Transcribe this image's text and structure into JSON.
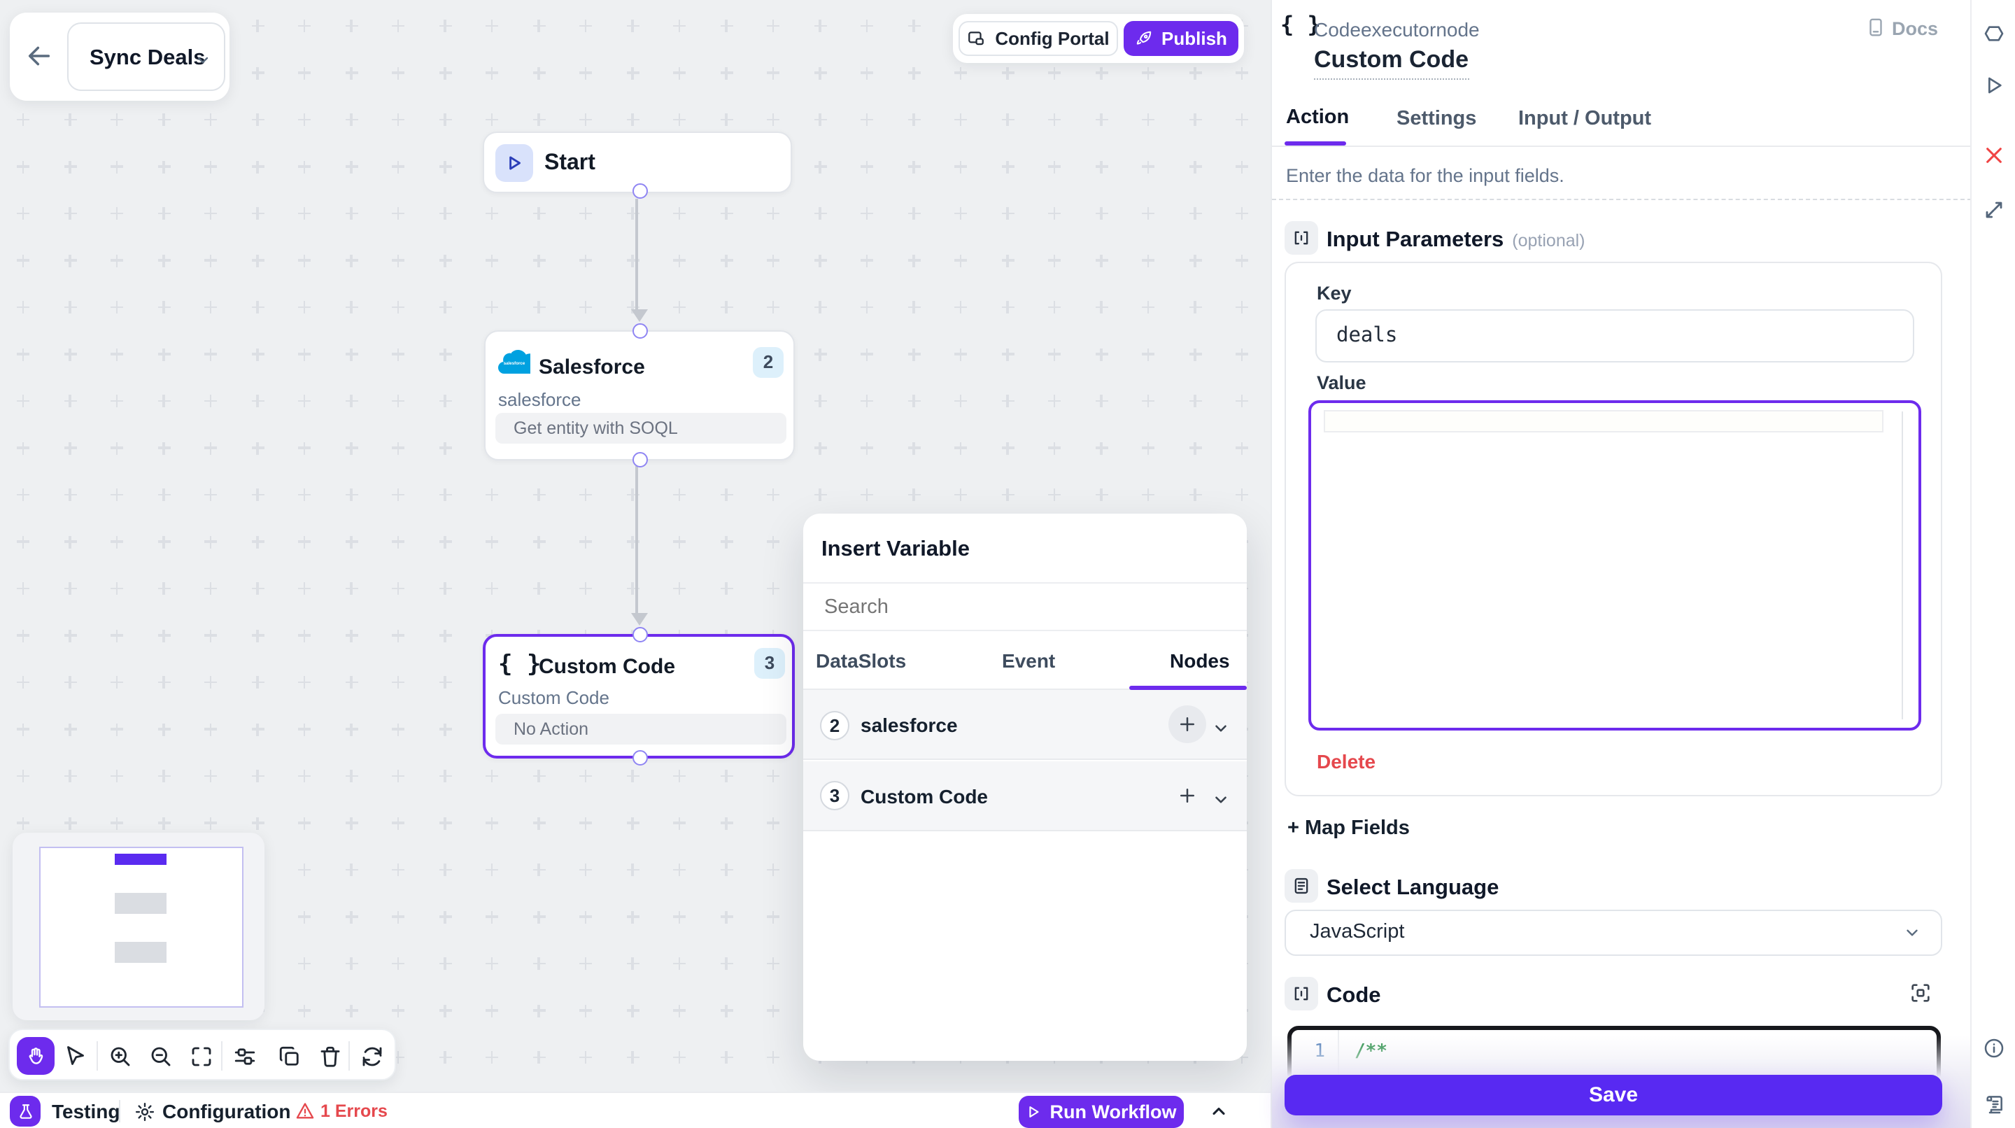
{
  "topbar": {
    "workflow_name": "Sync Deals",
    "config_portal": "Config Portal",
    "publish": "Publish"
  },
  "canvas": {
    "nodes": [
      {
        "title": "Start"
      },
      {
        "title": "Salesforce",
        "badge": "2",
        "subtitle": "salesforce",
        "action": "Get entity with SOQL"
      },
      {
        "title": "Custom Code",
        "badge": "3",
        "subtitle": "Custom Code",
        "action": "No Action",
        "icon": "{ }"
      }
    ]
  },
  "insert_variable": {
    "title": "Insert Variable",
    "search_placeholder": "Search",
    "tabs": [
      "DataSlots",
      "Event",
      "Nodes"
    ],
    "active_tab": "Nodes",
    "items": [
      {
        "badge": "2",
        "label": "salesforce"
      },
      {
        "badge": "3",
        "label": "Custom Code"
      }
    ]
  },
  "inspector": {
    "node_type": "Codeexecutornode",
    "node_icon": "{ }",
    "title": "Custom Code",
    "docs": "Docs",
    "tabs": [
      "Action",
      "Settings",
      "Input / Output"
    ],
    "active_tab": "Action",
    "description": "Enter the data for the input fields.",
    "input_parameters": {
      "heading": "Input Parameters",
      "optional": "(optional)",
      "key_label": "Key",
      "key_value": "deals",
      "value_label": "Value",
      "delete": "Delete"
    },
    "map_fields": "+ Map Fields",
    "select_language": {
      "heading": "Select Language",
      "value": "JavaScript"
    },
    "code": {
      "heading": "Code",
      "line_number": "1",
      "first_line": "/**"
    },
    "save": "Save"
  },
  "statusbar": {
    "testing": "Testing",
    "configuration": "Configuration",
    "errors": "1 Errors",
    "run_workflow": "Run Workflow"
  },
  "colors": {
    "accent": "#6D2BED",
    "save": "#5829F2",
    "error": "#E5484D",
    "salesforce_blue": "#00A1E0"
  }
}
